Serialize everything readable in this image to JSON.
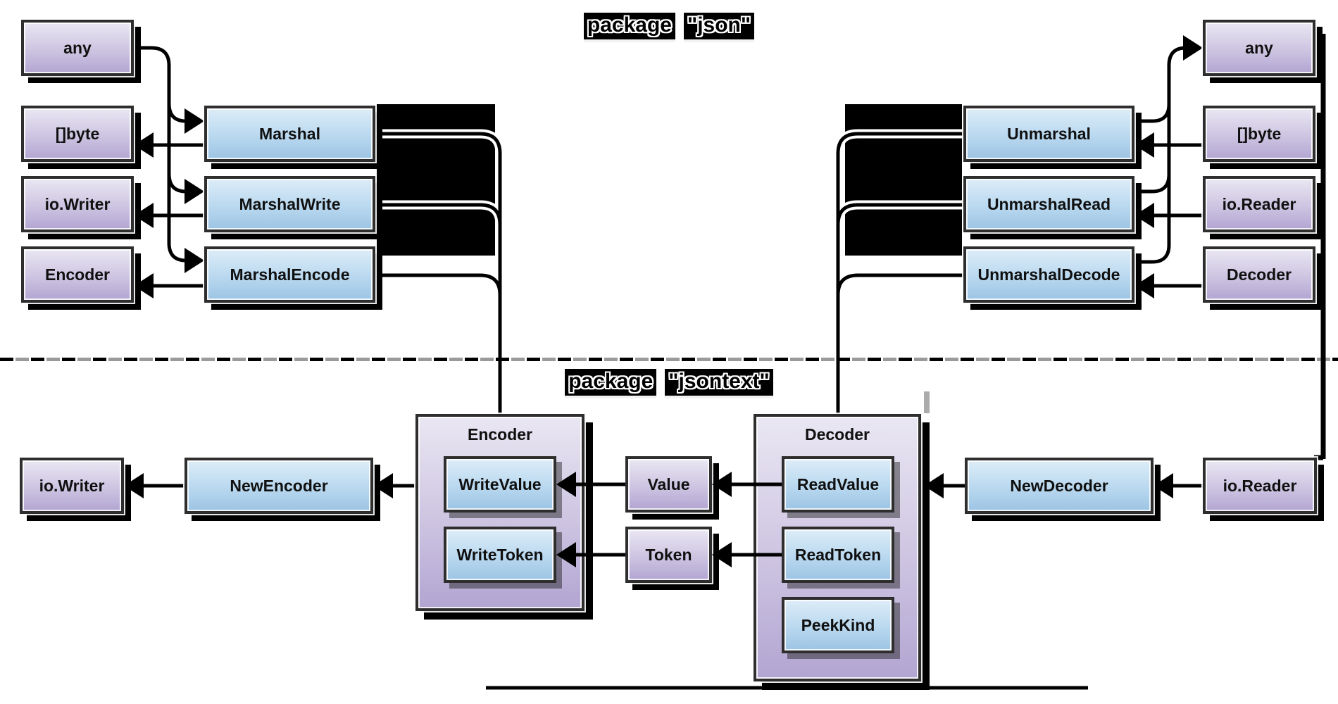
{
  "titles": {
    "top_package": "package",
    "top_name": "\"json\"",
    "bottom_package": "package",
    "bottom_name": "\"jsontext\""
  },
  "nodes": {
    "any_left": "any",
    "byte_left": "[]byte",
    "iowriter_json": "io.Writer",
    "encoder_json": "Encoder",
    "marshal": "Marshal",
    "marshal_write": "MarshalWrite",
    "marshal_encode": "MarshalEncode",
    "unmarshal": "Unmarshal",
    "unmarshal_read": "UnmarshalRead",
    "unmarshal_decode": "UnmarshalDecode",
    "any_right": "any",
    "byte_right": "[]byte",
    "ioreader_json": "io.Reader",
    "decoder_json": "Decoder",
    "iowriter_text": "io.Writer",
    "new_encoder": "NewEncoder",
    "encoder_struct": "Encoder",
    "write_value": "WriteValue",
    "write_token": "WriteToken",
    "value": "Value",
    "token": "Token",
    "decoder_struct": "Decoder",
    "read_value": "ReadValue",
    "read_token": "ReadToken",
    "peek_kind": "PeekKind",
    "new_decoder": "NewDecoder",
    "ioreader_text": "io.Reader"
  },
  "colors": {
    "type_box_top": "#eae7f3",
    "type_box_bottom": "#b2a5d2",
    "func_box_top": "#ddedf8",
    "func_box_bottom": "#9cc4e4",
    "border": "#2e2e2e",
    "shadow": "#000000",
    "connector": "#000000",
    "dash_gray": "#9a9a9a",
    "redacted_block": "#000000",
    "title_highlight_bg": "#000000"
  }
}
